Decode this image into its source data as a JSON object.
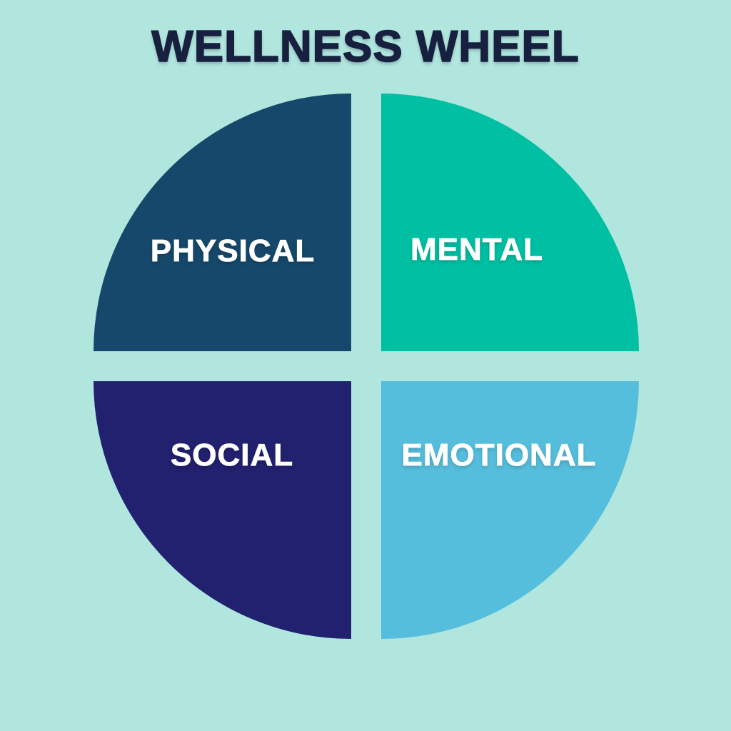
{
  "title": "WELLNESS WHEEL",
  "wheel": {
    "description": "Four-quadrant wellness wheel diagram",
    "quadrants": [
      {
        "label": "PHYSICAL",
        "position": "top-left",
        "color": "#15486b"
      },
      {
        "label": "MENTAL",
        "position": "top-right",
        "color": "#00bfa2"
      },
      {
        "label": "SOCIAL",
        "position": "bottom-left",
        "color": "#212170"
      },
      {
        "label": "EMOTIONAL",
        "position": "bottom-right",
        "color": "#56bedd"
      }
    ]
  },
  "colors": {
    "background": "#b0e6dd",
    "title_text": "#182040",
    "quadrant_label_text": "#ffffff"
  }
}
